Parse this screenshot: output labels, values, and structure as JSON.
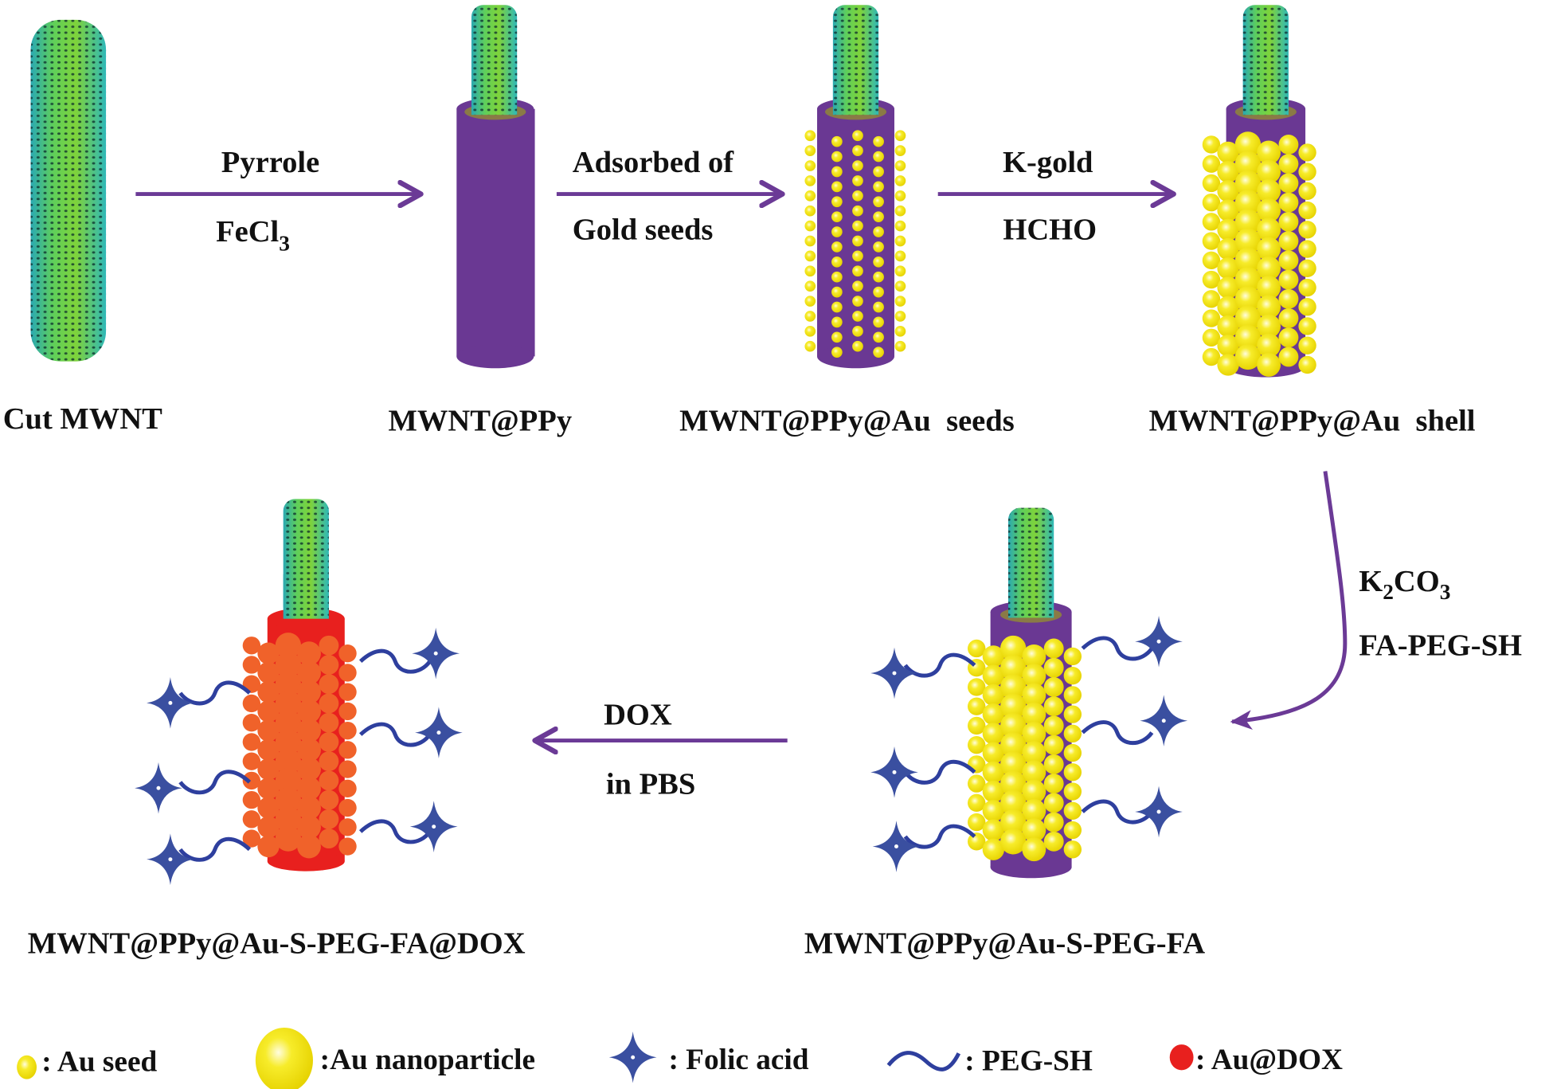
{
  "title": "Synthesis scheme of MWNT@PPy@Au-S-PEG-FA@DOX",
  "colors": {
    "arrow": "#6B3A96",
    "ppy": "#6A3893",
    "nanotube_outer": "#2FB8B8",
    "nanotube_inner": "#7FD33A",
    "gold": "#F5E81A",
    "dox_shell": "#E8201E",
    "dox_particle": "#F0622A",
    "folic_acid": "#3A4FA0",
    "peg": "#2E3F9E"
  },
  "products": {
    "cut_mwnt": "Cut MWNT",
    "mwnt_ppy": "MWNT@PPy",
    "mwnt_ppy_au_seeds": "MWNT@PPy@Au  seeds",
    "mwnt_ppy_au_shell": "MWNT@PPy@Au  shell",
    "mwnt_peg_fa": "MWNT@PPy@Au-S-PEG-FA",
    "mwnt_peg_fa_dox": "MWNT@PPy@Au-S-PEG-FA@DOX"
  },
  "steps": [
    {
      "above": "Pyrrole",
      "below_main": "FeCl",
      "below_sub": "3"
    },
    {
      "above": "Adsorbed  of",
      "below": "Gold seeds"
    },
    {
      "above": "K-gold",
      "below": "HCHO"
    },
    {
      "above_main": "K",
      "above_sub1": "2",
      "above_mid": "CO",
      "above_sub2": "3",
      "below": "FA-PEG-SH"
    },
    {
      "above": "DOX",
      "below": "in PBS"
    }
  ],
  "legend": [
    {
      "icon": "au-seed-icon",
      "label": ": Au seed"
    },
    {
      "icon": "au-nanoparticle-icon",
      "label": ":Au nanoparticle"
    },
    {
      "icon": "folic-acid-icon",
      "label": ": Folic acid"
    },
    {
      "icon": "peg-sh-icon",
      "label": ": PEG-SH"
    },
    {
      "icon": "au-dox-icon",
      "label": ": Au@DOX"
    }
  ]
}
